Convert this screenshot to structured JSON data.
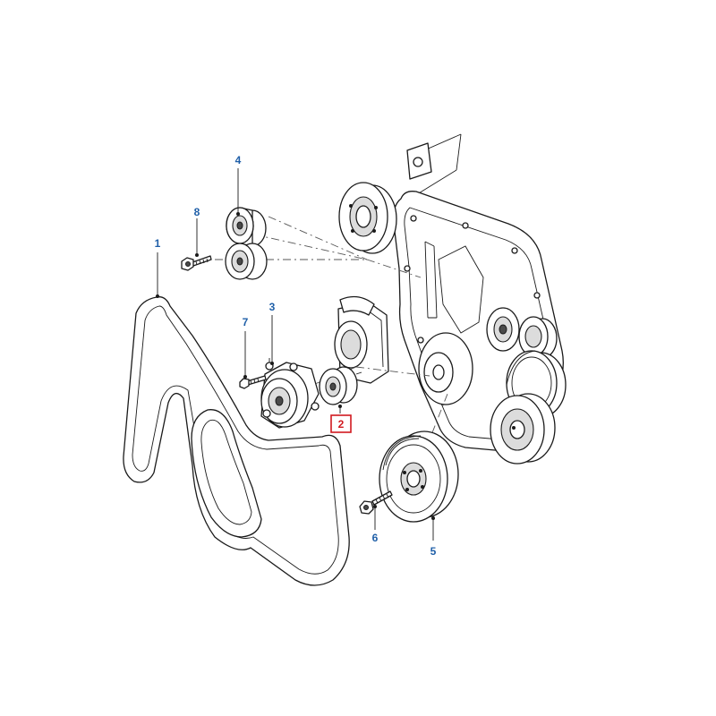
{
  "colors": {
    "callout": "#1f5fa8",
    "highlight": "#d0191f",
    "line": "#1a1a1a"
  },
  "callouts": {
    "c1": "1",
    "c2": "2",
    "c3": "3",
    "c4": "4",
    "c5": "5",
    "c6": "6",
    "c7": "7",
    "c8": "8"
  },
  "highlighted_callout": "2"
}
